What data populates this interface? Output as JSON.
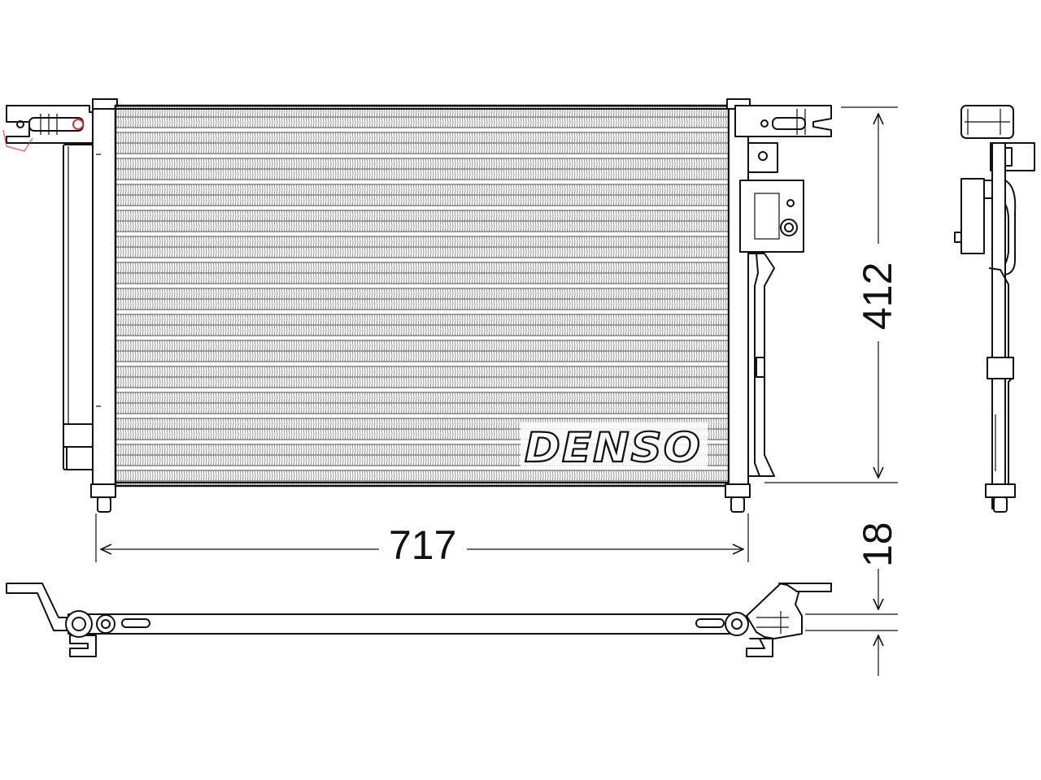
{
  "drawing": {
    "dimensions": {
      "width": "717",
      "height": "412",
      "depth": "18"
    },
    "brand_logo": "DENSO",
    "colors": {
      "line": "#111111",
      "fin_pattern": "#555555",
      "background": "#ffffff",
      "watermark": "#e0303c"
    }
  }
}
